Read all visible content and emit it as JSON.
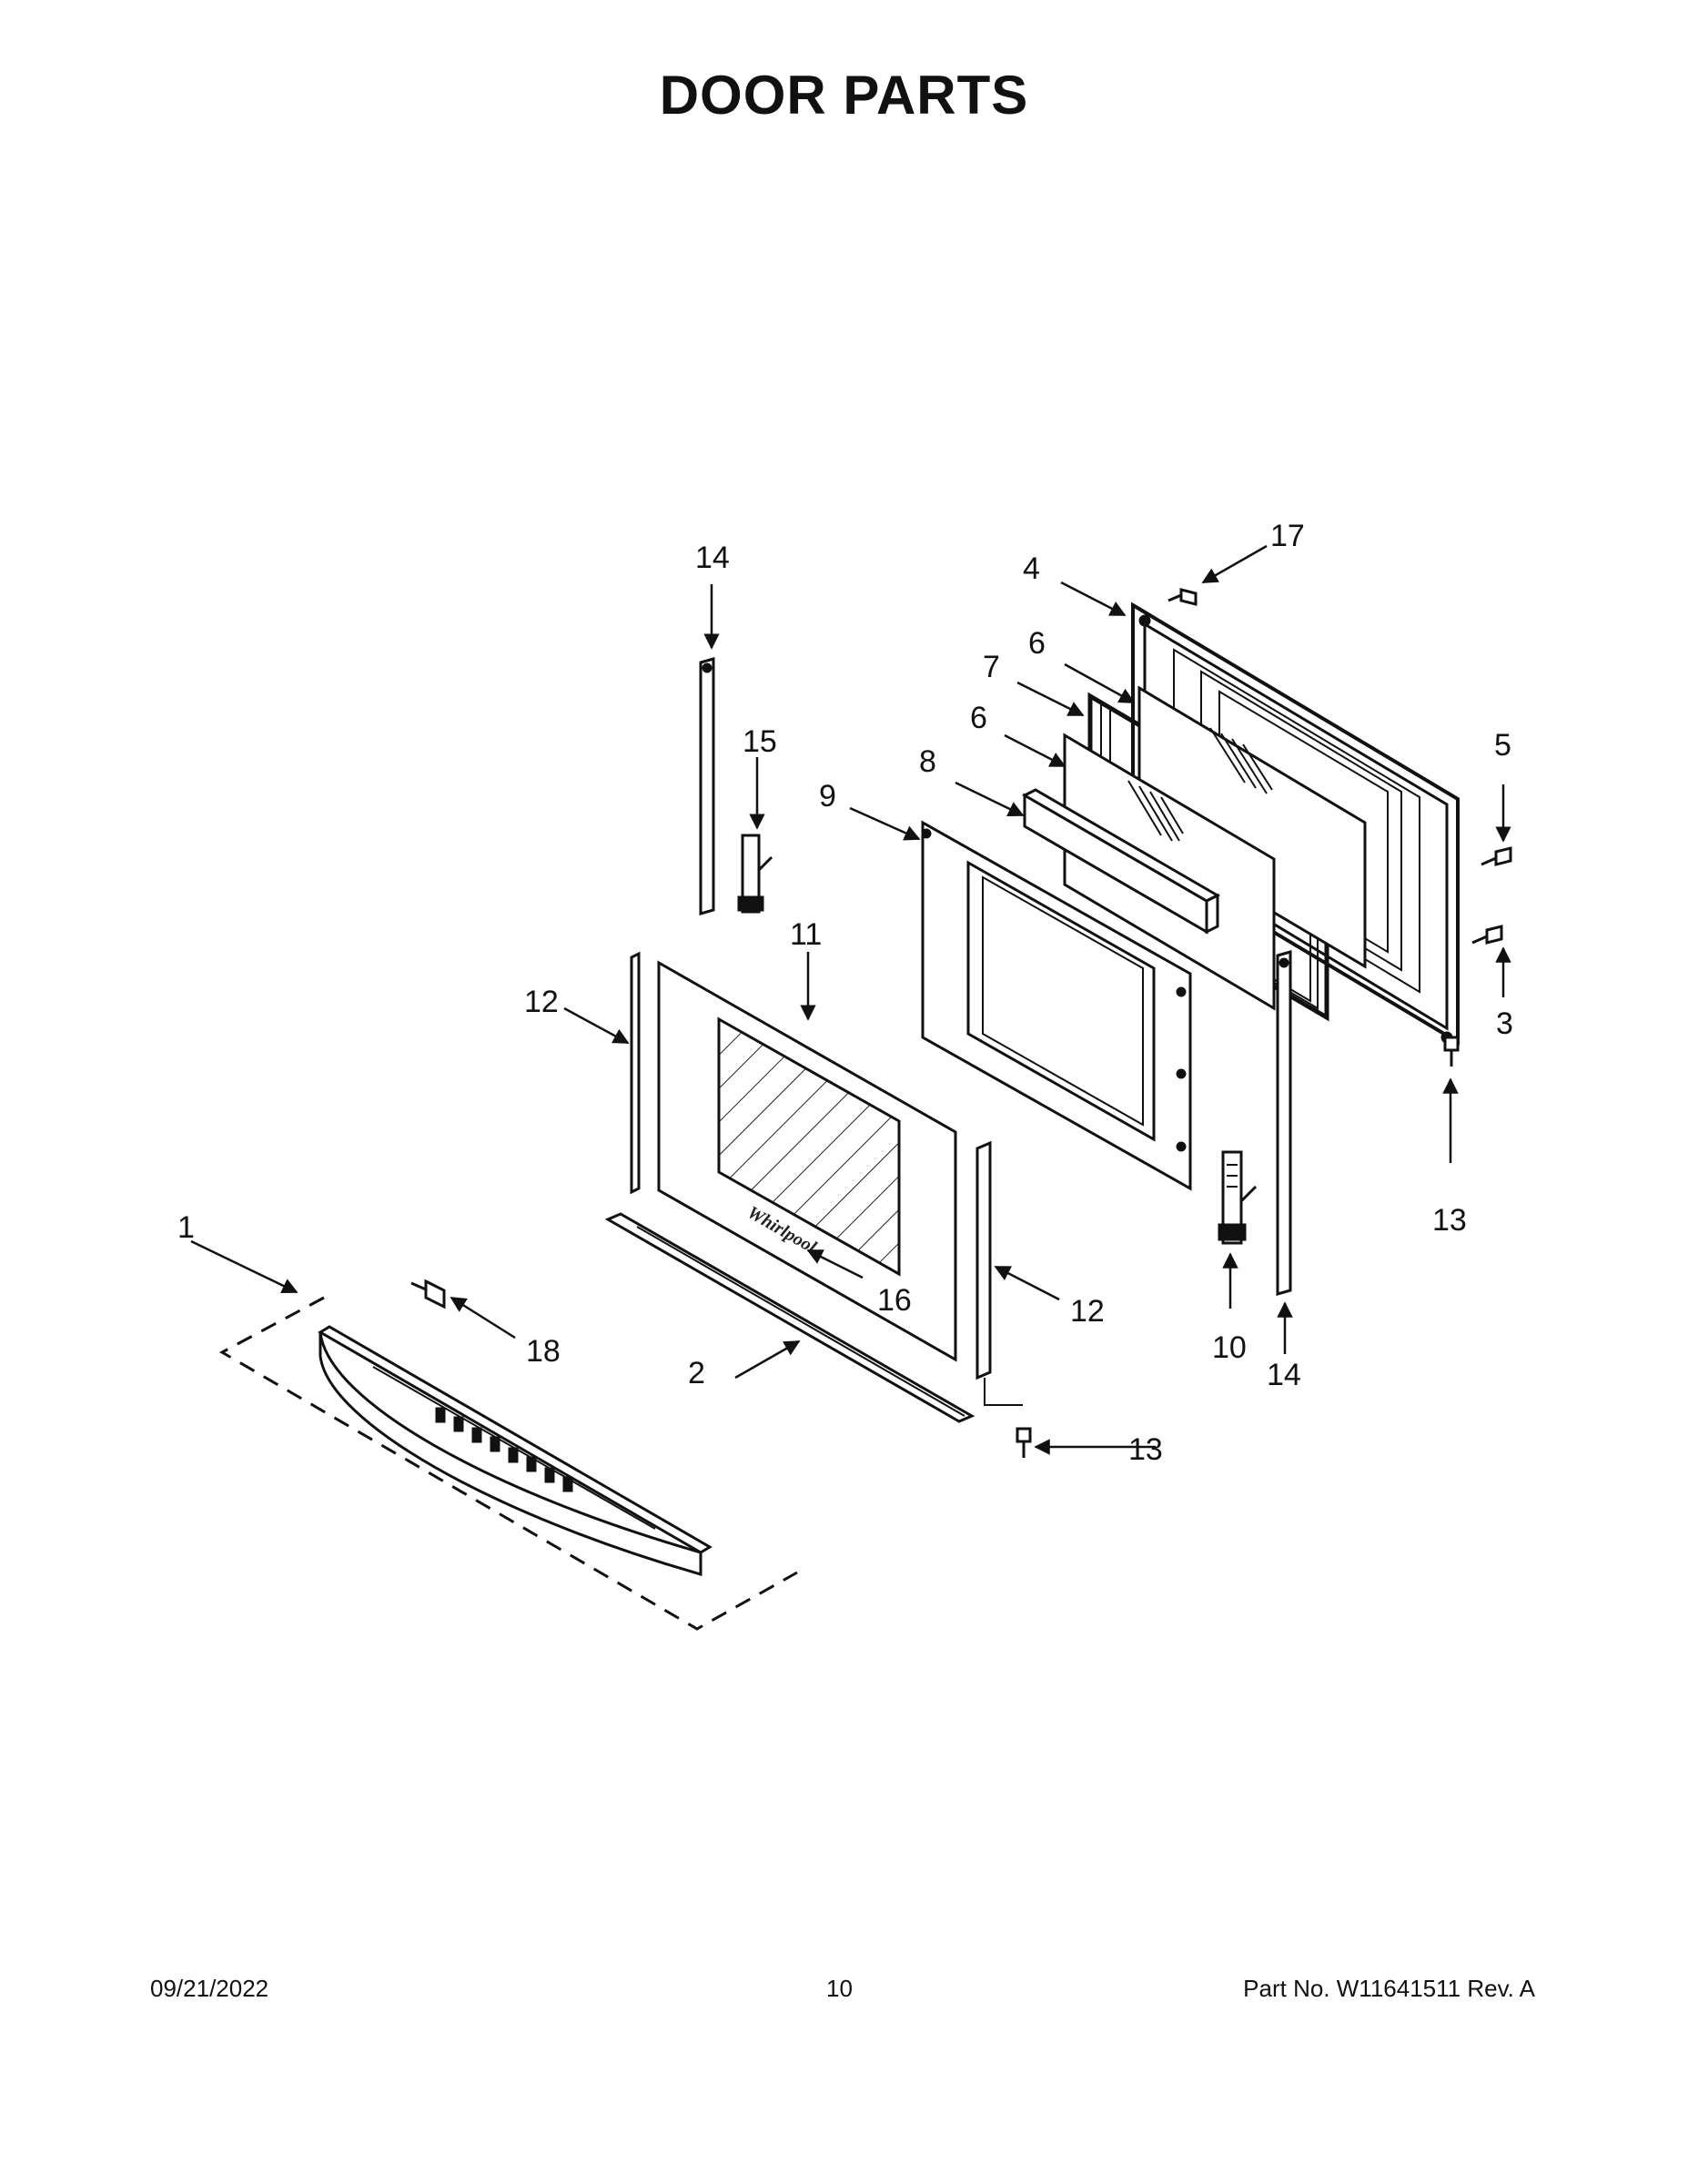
{
  "title": "DOOR PARTS",
  "footer": {
    "date": "09/21/2022",
    "page_number": "10",
    "part_no": "Part No.  W11641511  Rev.  A"
  },
  "brand_mark": "Whirlpool",
  "callouts": [
    "1",
    "2",
    "3",
    "4",
    "5",
    "6",
    "6",
    "7",
    "8",
    "9",
    "10",
    "11",
    "12",
    "12",
    "13",
    "13",
    "14",
    "14",
    "15",
    "16",
    "17",
    "18"
  ]
}
